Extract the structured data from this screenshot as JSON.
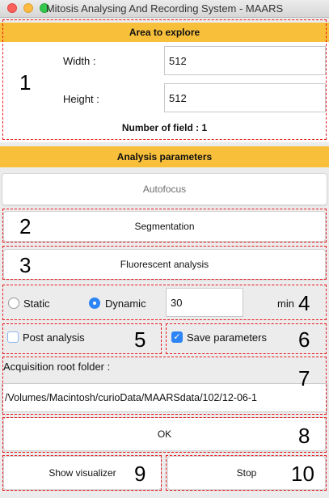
{
  "window": {
    "title": "Mitosis Analysing And Recording System - MAARS"
  },
  "area": {
    "header": "Area to explore",
    "width_label": "Width :",
    "width_value": "512",
    "height_label": "Height :",
    "height_value": "512",
    "fields_text": "Number of field : 1"
  },
  "analysis": {
    "header": "Analysis parameters",
    "autofocus_label": "Autofocus",
    "segmentation_label": "Segmentation",
    "fluo_label": "Fluorescent analysis"
  },
  "mode": {
    "static_label": "Static",
    "dynamic_label": "Dynamic",
    "selected": "Dynamic",
    "duration_value": "30",
    "unit_label": "min"
  },
  "options": {
    "post_analysis_label": "Post analysis",
    "post_analysis_checked": false,
    "save_params_label": "Save parameters",
    "save_params_checked": true
  },
  "folder": {
    "label": "Acquisition root folder :",
    "path_value": "/Volumes/Macintosh/curioData/MAARSdata/102/12-06-1"
  },
  "buttons": {
    "ok_label": "OK",
    "show_visualizer_label": "Show visualizer",
    "stop_label": "Stop"
  },
  "annotations": [
    "1",
    "2",
    "3",
    "4",
    "5",
    "6",
    "7",
    "8",
    "9",
    "10"
  ],
  "colors": {
    "header_bar": "#f8bf3a",
    "annotation_border": "#e8171b",
    "accent": "#2c84f5"
  }
}
